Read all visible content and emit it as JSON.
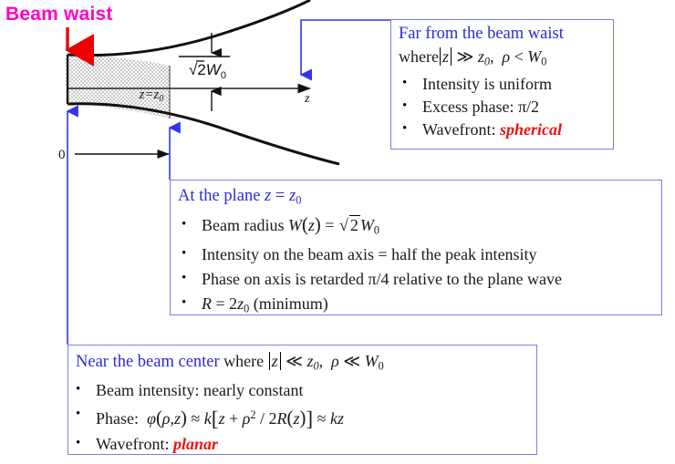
{
  "figure": {
    "beam_waist_label": "Beam waist",
    "axis_label_z": "z",
    "origin_label": "0",
    "plane_label": "z = z0",
    "radius_label": "√2W0",
    "colors": {
      "beam_waist_text": "#ff00c8",
      "waist_arrow": "#ee0000",
      "connector_line": "#3333ee",
      "box_border": "#7d7dea",
      "box_title": "#2b2bd8",
      "highlight_red": "#ee1111",
      "beam_fill": "#d9d9d9",
      "beam_outline": "#000000"
    }
  },
  "box_far": {
    "title": "Far from the beam waist",
    "condition_prefix": "where",
    "condition_abs": "z",
    "condition_mid": "≫",
    "condition_z0": "z0",
    "condition_tail": ", ρ < W0",
    "bullets": [
      {
        "text": "Intensity is uniform",
        "highlight": ""
      },
      {
        "text": "Excess phase: π/2",
        "highlight": ""
      },
      {
        "text": "Wavefront:",
        "highlight": "spherical"
      }
    ]
  },
  "box_plane": {
    "title_prefix": "At the plane",
    "title_eq": "z = z0",
    "bullets": [
      {
        "text": "Beam radius  W ( z ) = √2W0"
      },
      {
        "text": "Intensity on the beam axis = half the peak intensity"
      },
      {
        "text": "Phase on axis is retarded π/4 relative to the plane wave"
      },
      {
        "text": "R = 2z0 (minimum)"
      }
    ]
  },
  "box_near": {
    "title": "Near the beam center",
    "condition_prefix": "where",
    "condition_abs": "z",
    "condition_mid": "≪",
    "condition_z0": "z0",
    "condition_tail": ", ρ ≪ W0",
    "bullets": [
      {
        "label": "Beam intensity: nearly constant",
        "highlight": ""
      },
      {
        "label": "Phase:  ϕ(ρ,z) ≈ k[ z + ρ² / 2R(z) ] ≈ kz",
        "highlight": ""
      },
      {
        "label": "Wavefront:",
        "highlight": "planar"
      }
    ]
  }
}
